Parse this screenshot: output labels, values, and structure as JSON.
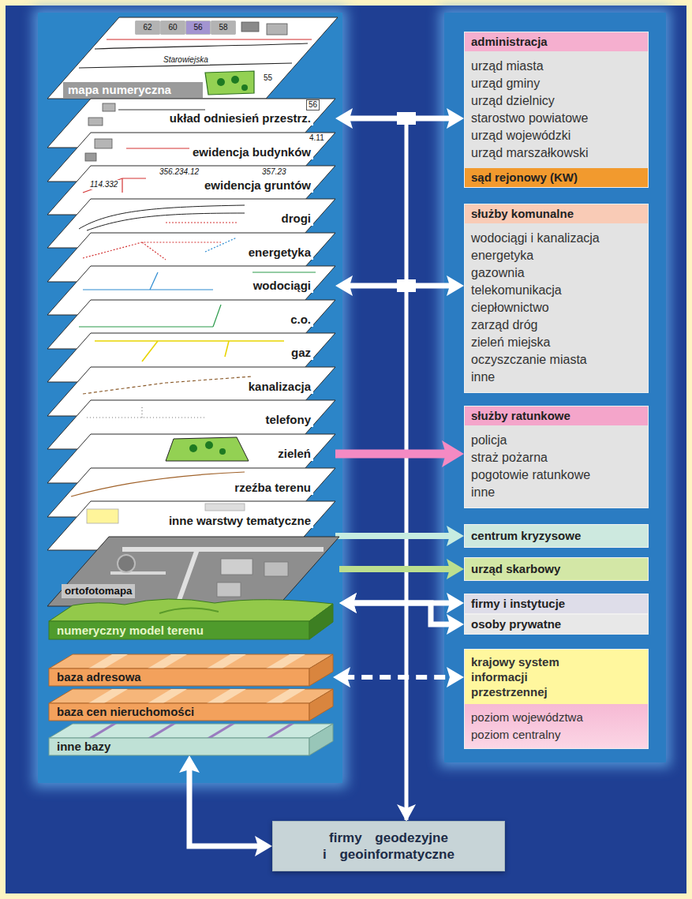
{
  "diagram": {
    "nodes": [
      {
        "text": [
          "mapa numeryczna"
        ]
      },
      {
        "text": [
          "układ odniesień przestrz."
        ]
      },
      {
        "text": [
          "ewidencja budynków"
        ]
      },
      {
        "text": [
          "ewidencja gruntów"
        ]
      },
      {
        "text": [
          "drogi"
        ]
      },
      {
        "text": [
          "energetyka"
        ]
      },
      {
        "text": [
          "wodociągi"
        ]
      },
      {
        "text": [
          "c.o."
        ]
      },
      {
        "text": [
          "gaz"
        ]
      },
      {
        "text": [
          "kanalizacja"
        ]
      },
      {
        "text": [
          "telefony"
        ]
      },
      {
        "text": [
          "zieleń"
        ]
      },
      {
        "text": [
          "rzeźba terenu"
        ]
      },
      {
        "text": [
          "inne warstwy tematyczne"
        ]
      },
      {
        "text": [
          "ortofotomapa"
        ]
      },
      {
        "text": [
          "numeryczny model terenu"
        ]
      },
      {
        "text": [
          "baza adresowa"
        ]
      },
      {
        "text": [
          "baza cen nieruchomości"
        ]
      },
      {
        "text": [
          "inne bazy"
        ]
      },
      {
        "text": [
          "administracja",
          "urząd miasta",
          "urząd gminy",
          "urząd dzielnicy",
          "starostwo powiatowe",
          "urząd wojewódzki",
          "urząd marszałkowski",
          "sąd rejonowy (KW)"
        ]
      },
      {
        "text": [
          "służby komunalne",
          "wodociągi i kanalizacja",
          "energetyka",
          "gazownia",
          "telekomunikacja",
          "ciepłownictwo",
          "zarząd dróg",
          "zieleń miejska",
          "oczyszczanie miasta",
          "inne"
        ]
      },
      {
        "text": [
          "służby ratunkowe",
          "policja",
          "straż pożarna",
          "pogotowie ratunkowe",
          "inne"
        ]
      },
      {
        "text": [
          "centrum kryzysowe"
        ]
      },
      {
        "text": [
          "urząd skarbowy"
        ]
      },
      {
        "text": [
          "firmy i instytucje"
        ]
      },
      {
        "text": [
          "osoby prywatne"
        ]
      },
      {
        "text": [
          "krajowy system informacji przestrzennej"
        ]
      },
      {
        "text": [
          "poziom województwa",
          "poziom centralny"
        ],
        "in": 26
      },
      {
        "text": [
          "firmy geodezyjne i geoinformatyczne"
        ]
      }
    ],
    "edges": [
      {
        "from": 1,
        "to": 19,
        "arrow": "both"
      },
      {
        "from": 6,
        "to": 20,
        "arrow": "both"
      },
      {
        "from": 11,
        "to": 21,
        "arrow": "to"
      },
      {
        "from": 13,
        "to": 22,
        "arrow": "to"
      },
      {
        "from": 14,
        "to": 23,
        "arrow": "to"
      },
      {
        "from": 14,
        "to": 24,
        "arrow": "both"
      },
      {
        "from": 14,
        "to": 25,
        "arrow": "both"
      },
      {
        "from": 16,
        "to": 26,
        "arrow": "both"
      },
      {
        "from": 26,
        "to": 27,
        "arrow": "to"
      },
      {
        "from": 18,
        "to": 28,
        "arrow": "both"
      }
    ],
    "labels": [
      "62",
      "60",
      "56",
      "58",
      "Starowiejska",
      "55",
      "56",
      "4.11",
      "356.234.12",
      "114.332",
      "357.23"
    ]
  }
}
